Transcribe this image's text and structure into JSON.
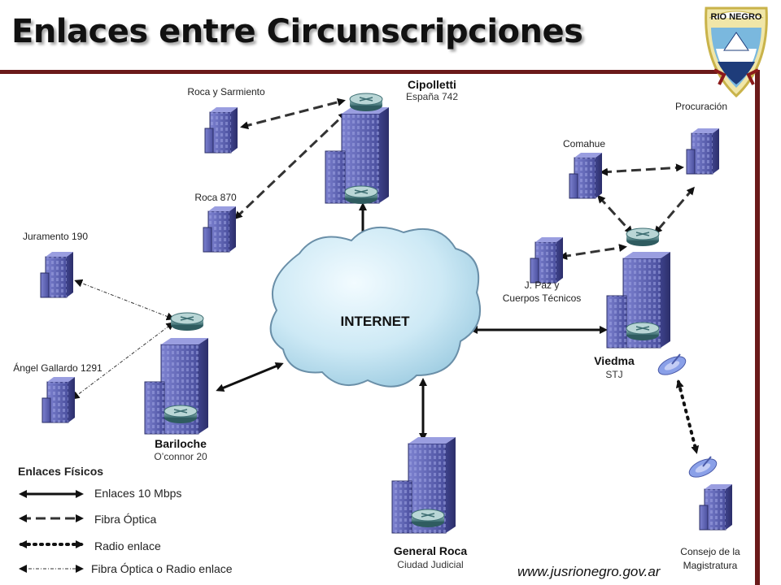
{
  "title": "Enlaces entre Circunscripciones",
  "logo": {
    "text": "RIO NEGRO"
  },
  "cloud_label": "INTERNET",
  "nodes": {
    "cipolletti": {
      "name": "Cipolletti",
      "sub": "España 742"
    },
    "roca_sarmiento": {
      "name": "Roca y Sarmiento"
    },
    "roca_870": {
      "name": "Roca 870"
    },
    "juramento": {
      "name": "Juramento 190"
    },
    "gallardo": {
      "name": "Ángel Gallardo 1291"
    },
    "bariloche": {
      "name": "Bariloche",
      "sub": "O’connor 20"
    },
    "general_roca": {
      "name": "General Roca",
      "sub": "Ciudad Judicial"
    },
    "viedma": {
      "name": "Viedma",
      "sub": "STJ"
    },
    "comahue": {
      "name": "Comahue"
    },
    "procuracion": {
      "name": "Procuración"
    },
    "jpaz": {
      "line1": "J. Paz y",
      "line2": "Cuerpos Técnicos"
    },
    "consejo": {
      "line1": "Consejo de la",
      "line2": "Magistratura"
    }
  },
  "legend": {
    "title": "Enlaces Físicos",
    "items": [
      {
        "label": "Enlaces 10 Mbps",
        "style": "solid"
      },
      {
        "label": "Fibra Óptica",
        "style": "dashed"
      },
      {
        "label": "Radio enlace",
        "style": "dotted"
      },
      {
        "label": "Fibra Óptica o Radio enlace",
        "style": "dashdot"
      }
    ]
  },
  "footer_url": "www.jusrionegro.gov.ar",
  "colors": {
    "accent": "#6b1a1a",
    "building": "#5a5fb0",
    "cloud": "#c9e6f2"
  }
}
